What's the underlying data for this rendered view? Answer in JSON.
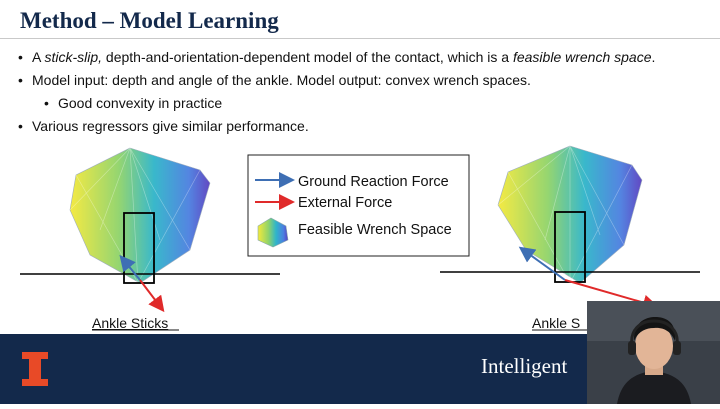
{
  "slide": {
    "title": "Method – Model Learning",
    "bullets": [
      {
        "parts": [
          "A ",
          "stick-slip,",
          " depth-and-orientation-dependent model of the contact, which is a ",
          "feasible wrench space",
          "."
        ]
      },
      {
        "text": "Model input: depth and angle of the ankle. Model output: convex wrench spaces."
      },
      {
        "text": "Good convexity in practice",
        "level": 2
      },
      {
        "text": "Various regressors give similar performance."
      }
    ]
  },
  "legend": {
    "ground_reaction_force": "Ground Reaction Force",
    "external_force": "External Force",
    "feasible_wrench_space": "Feasible Wrench Space"
  },
  "colors": {
    "navy": "#13294b",
    "orange": "#e84a27",
    "ground_arrow": "#3e6fb4",
    "external_arrow": "#e02a2a"
  },
  "figures": {
    "left_caption": "Ankle Sticks",
    "right_caption": "Ankle S"
  },
  "footer": {
    "text": "Intelligent",
    "logo_icon": "illinois-block-i-icon"
  },
  "webcam": {
    "icon": "presenter-webcam"
  }
}
